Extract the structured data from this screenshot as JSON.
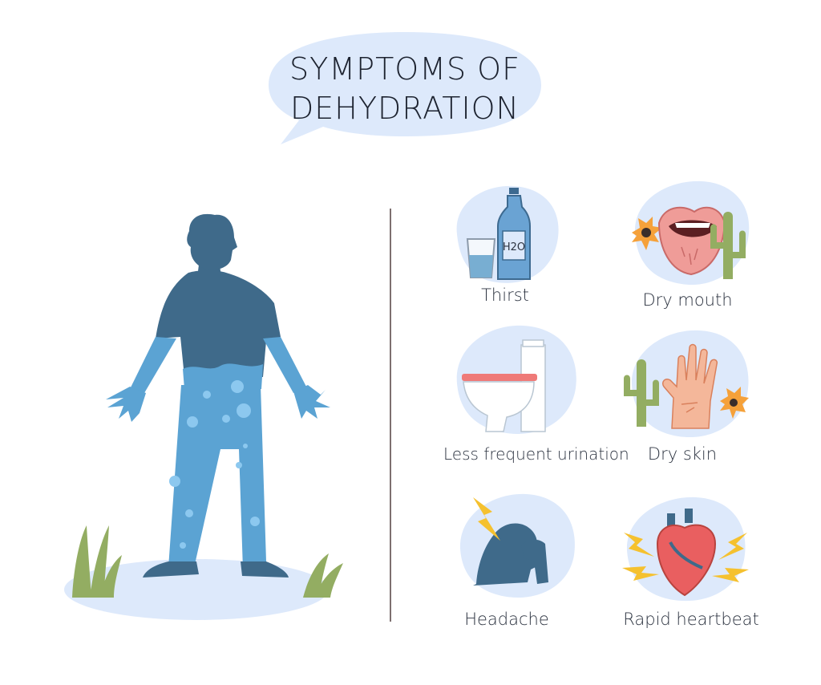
{
  "title": {
    "line1": "SYMPTOMS OF",
    "line2": "DEHYDRATION"
  },
  "symptoms": [
    {
      "label": "Thirst",
      "icon": "water-glass-bottle-icon"
    },
    {
      "label": "Dry mouth",
      "icon": "dry-lips-cactus-icon"
    },
    {
      "label": "Less frequent urination",
      "icon": "toilet-icon"
    },
    {
      "label": "Dry skin",
      "icon": "dry-hand-cactus-icon"
    },
    {
      "label": "Headache",
      "icon": "headache-icon"
    },
    {
      "label": "Rapid heartbeat",
      "icon": "heart-icon"
    }
  ],
  "bottle_label": "H2O",
  "colors": {
    "bubble": "#dde9fb",
    "silhouette": "#3f6a8a",
    "water": "#5ba3d3",
    "plant": "#93ad62",
    "lips": "#ef7a78",
    "heart": "#e95f60",
    "lightning": "#f5c12f"
  }
}
